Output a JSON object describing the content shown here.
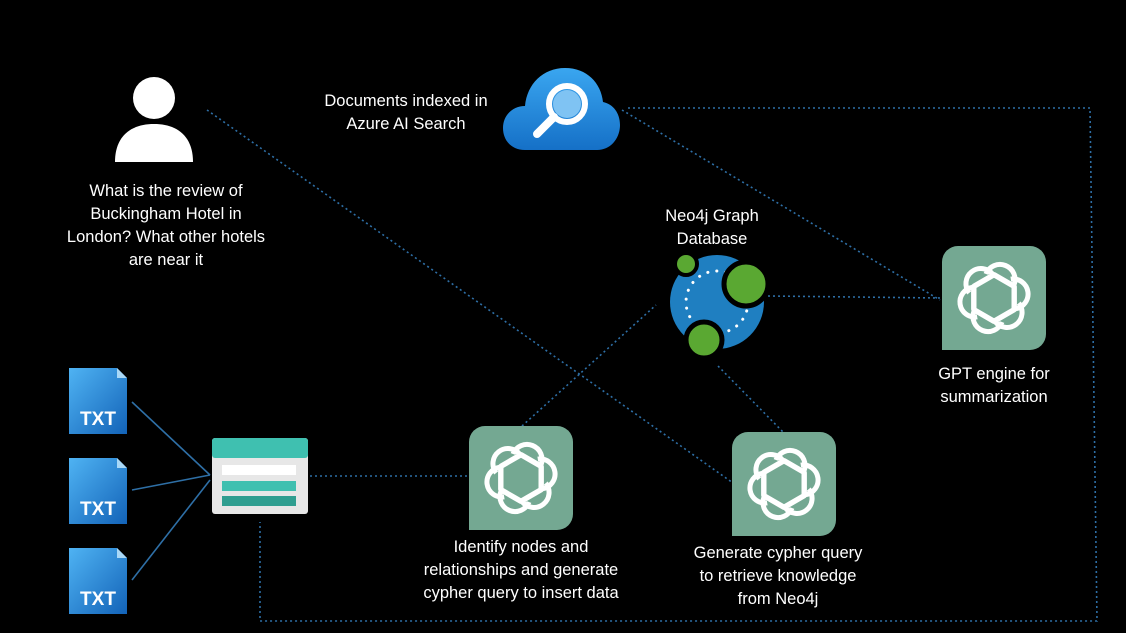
{
  "user_question": {
    "lines": [
      "What is the review of",
      "Buckingham Hotel in",
      "London? What other hotels",
      "are near it"
    ]
  },
  "search_node": {
    "lines": [
      "Documents indexed in",
      "Azure AI Search"
    ],
    "icon": "azure-search-cloud-icon"
  },
  "graph_node": {
    "lines": [
      "Neo4j Graph",
      "Database"
    ],
    "icon": "neo4j-graph-icon"
  },
  "summarize_node": {
    "lines": [
      "GPT engine for",
      "summarization"
    ],
    "icon": "openai-icon"
  },
  "extract_node": {
    "lines": [
      "Identify nodes and",
      "relationships and generate",
      "cypher query to insert data"
    ],
    "icon": "openai-icon"
  },
  "retrieve_node": {
    "lines": [
      "Generate cypher query",
      "to retrieve knowledge",
      "from Neo4j"
    ],
    "icon": "openai-icon"
  },
  "txt_files": [
    {
      "label": "TXT"
    },
    {
      "label": "TXT"
    },
    {
      "label": "TXT"
    }
  ],
  "colors": {
    "background": "#000000",
    "connector": "#2e6fa6",
    "gpt_tile": "#74a892",
    "neo4j_blue": "#1f7fc1",
    "neo4j_green": "#5aa832",
    "azure_blue": "#1d8fe0"
  }
}
